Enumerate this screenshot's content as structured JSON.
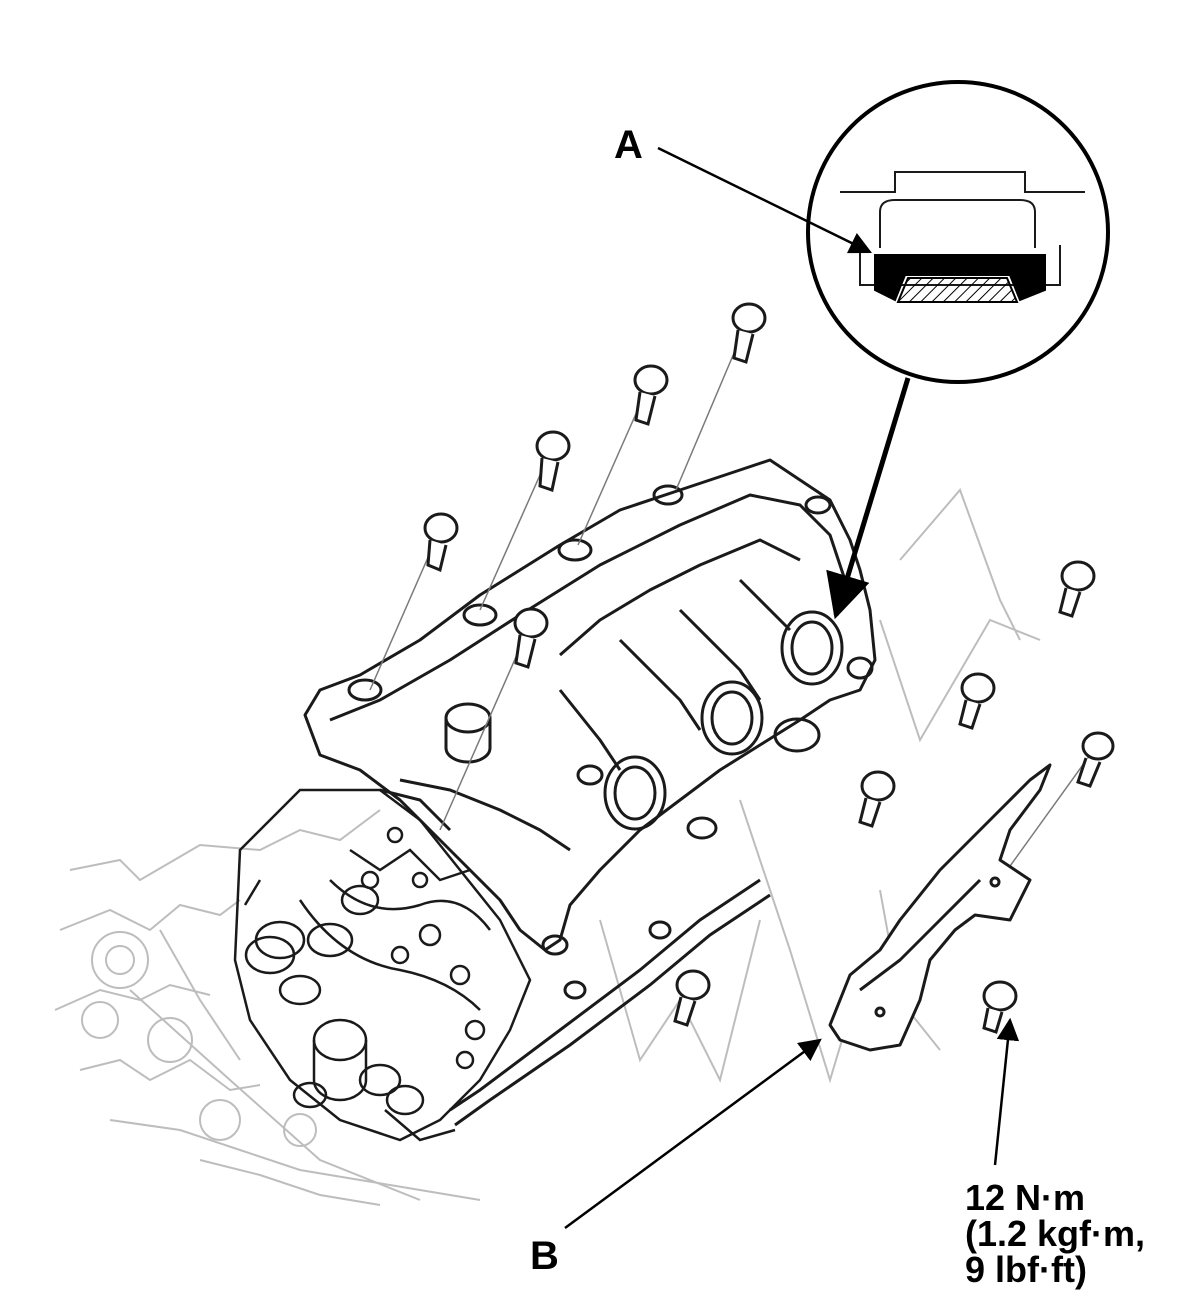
{
  "callouts": {
    "a": "A",
    "b": "B"
  },
  "torque": {
    "line1": "12 N·m",
    "line2": "(1.2 kgf·m,",
    "line3": "9 lbf·ft)"
  },
  "colors": {
    "ink": "#000000",
    "linework": "#1a1a1a",
    "ghost": "#bdbdbd",
    "background": "#ffffff"
  }
}
